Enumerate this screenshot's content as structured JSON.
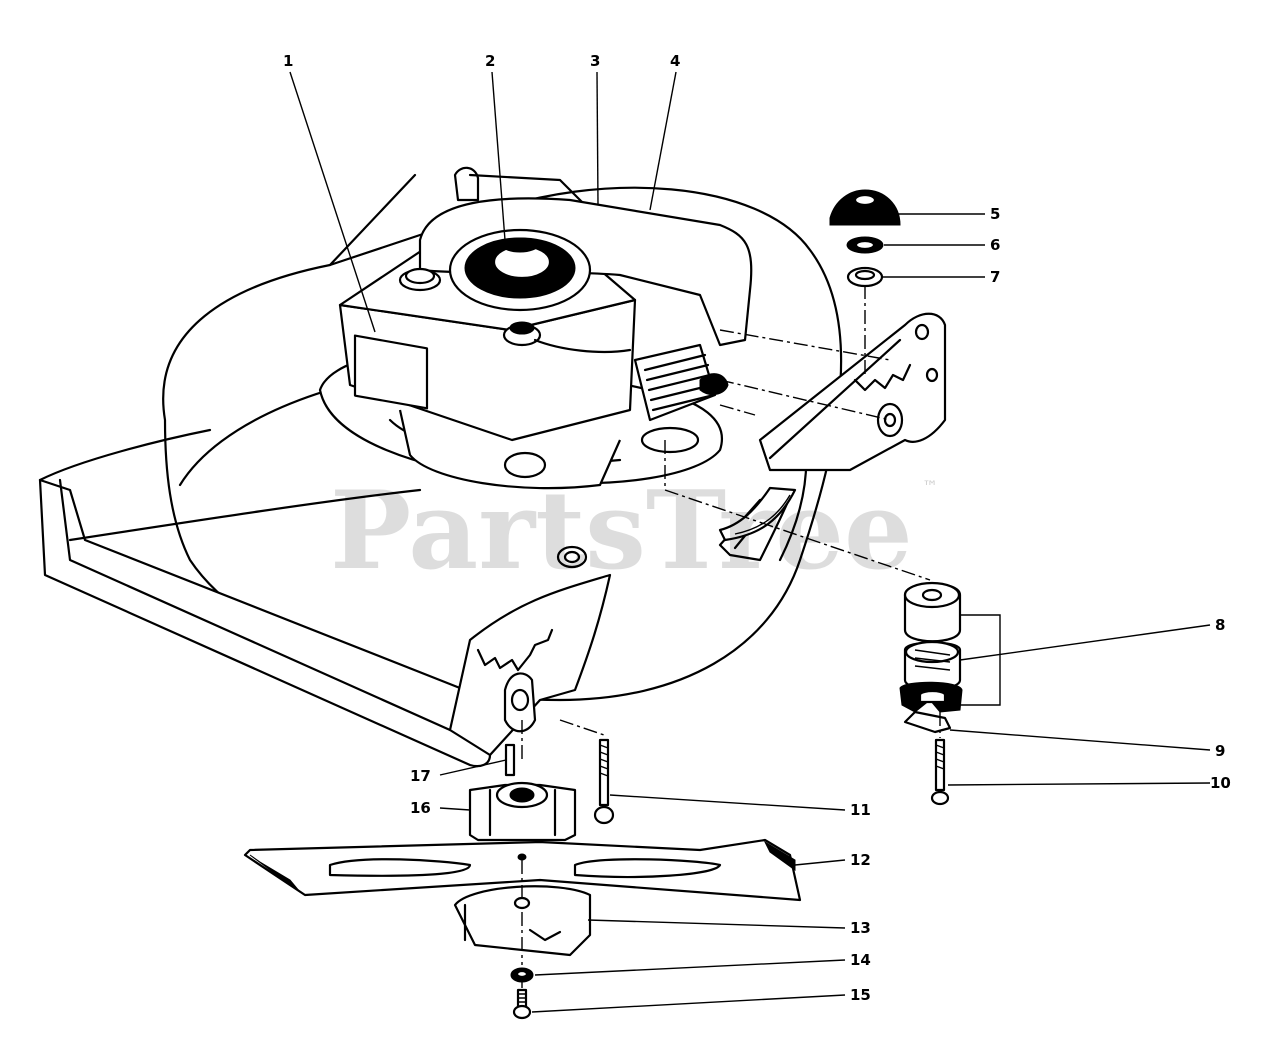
{
  "watermark": {
    "brand": "PartsTree",
    "trademark": "™"
  },
  "callouts": [
    "1",
    "2",
    "3",
    "4",
    "5",
    "6",
    "7",
    "8",
    "9",
    "10",
    "11",
    "12",
    "13",
    "14",
    "15",
    "16",
    "17"
  ]
}
